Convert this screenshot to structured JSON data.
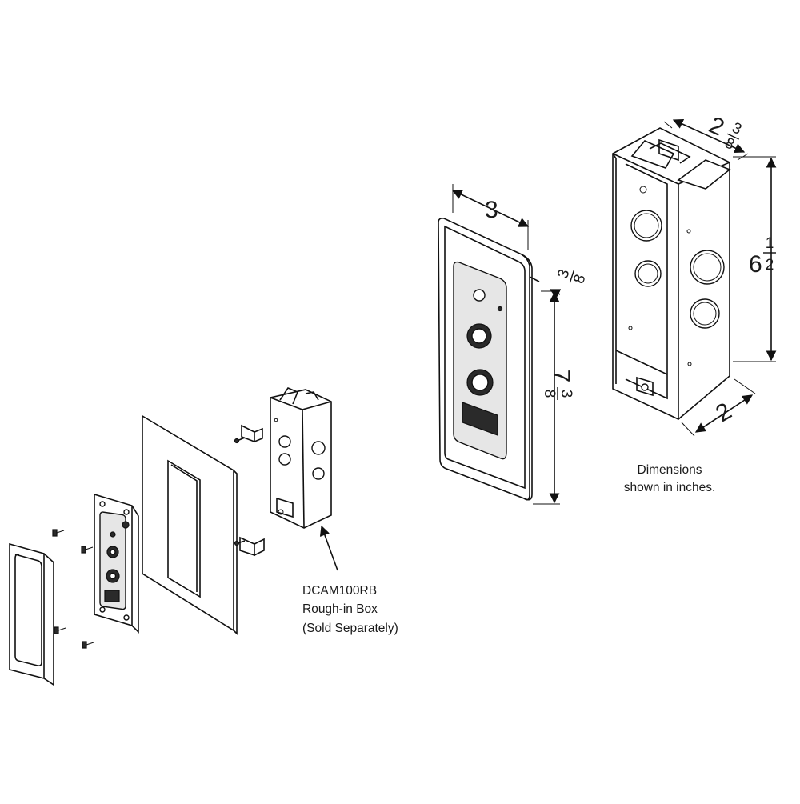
{
  "labels": {
    "rough_in_model": "DCAM100RB",
    "rough_in_name": "Rough-in Box",
    "rough_in_note": "(Sold Separately)",
    "dimensions_line1": "Dimensions",
    "dimensions_line2": "shown in inches."
  },
  "dimensions": {
    "plate_width": "3",
    "plate_depth_num": "3",
    "plate_depth_den": "8",
    "plate_height_whole": "7",
    "plate_height_num": "3",
    "plate_height_den": "8",
    "box_depth_whole": "2",
    "box_depth_num": "3",
    "box_depth_den": "8",
    "box_height_whole": "6",
    "box_height_num": "1",
    "box_height_den": "2",
    "box_width": "2"
  }
}
